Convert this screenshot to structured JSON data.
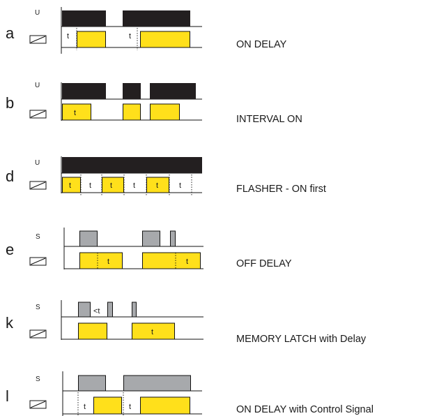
{
  "colors": {
    "supply_block": "#231f20",
    "control_block": "#a7a9ac",
    "output_block": "#ffe01b",
    "line": "#111111"
  },
  "rows": [
    {
      "letter": "a",
      "signal": "U",
      "signal_type": "supply",
      "output_icon": "relay-coil-icon",
      "mode": "ON DELAY",
      "input_label_t": "",
      "output_labels_t": [
        "t",
        "t"
      ]
    },
    {
      "letter": "b",
      "signal": "U",
      "signal_type": "supply",
      "output_icon": "relay-coil-icon",
      "mode": "INTERVAL ON",
      "input_label_t": "",
      "output_labels_t": [
        "t"
      ]
    },
    {
      "letter": "d",
      "signal": "U",
      "signal_type": "supply",
      "output_icon": "relay-coil-icon",
      "mode": "FLASHER - ON first",
      "input_label_t": "",
      "output_labels_t": [
        "t",
        "t",
        "t",
        "t",
        "t",
        "t"
      ]
    },
    {
      "letter": "e",
      "signal": "S",
      "signal_type": "control",
      "output_icon": "relay-coil-icon",
      "mode": "OFF DELAY",
      "input_label_t": "",
      "output_labels_t": [
        "t",
        "t"
      ]
    },
    {
      "letter": "k",
      "signal": "S",
      "signal_type": "control",
      "output_icon": "relay-coil-icon",
      "mode": "MEMORY LATCH with Delay",
      "input_label_t": "<t",
      "output_labels_t": [
        "t"
      ]
    },
    {
      "letter": "l",
      "signal": "S",
      "signal_type": "control",
      "output_icon": "relay-coil-icon",
      "mode": "ON DELAY with Control Signal",
      "input_label_t": "",
      "output_labels_t": [
        "t",
        "t"
      ]
    }
  ]
}
